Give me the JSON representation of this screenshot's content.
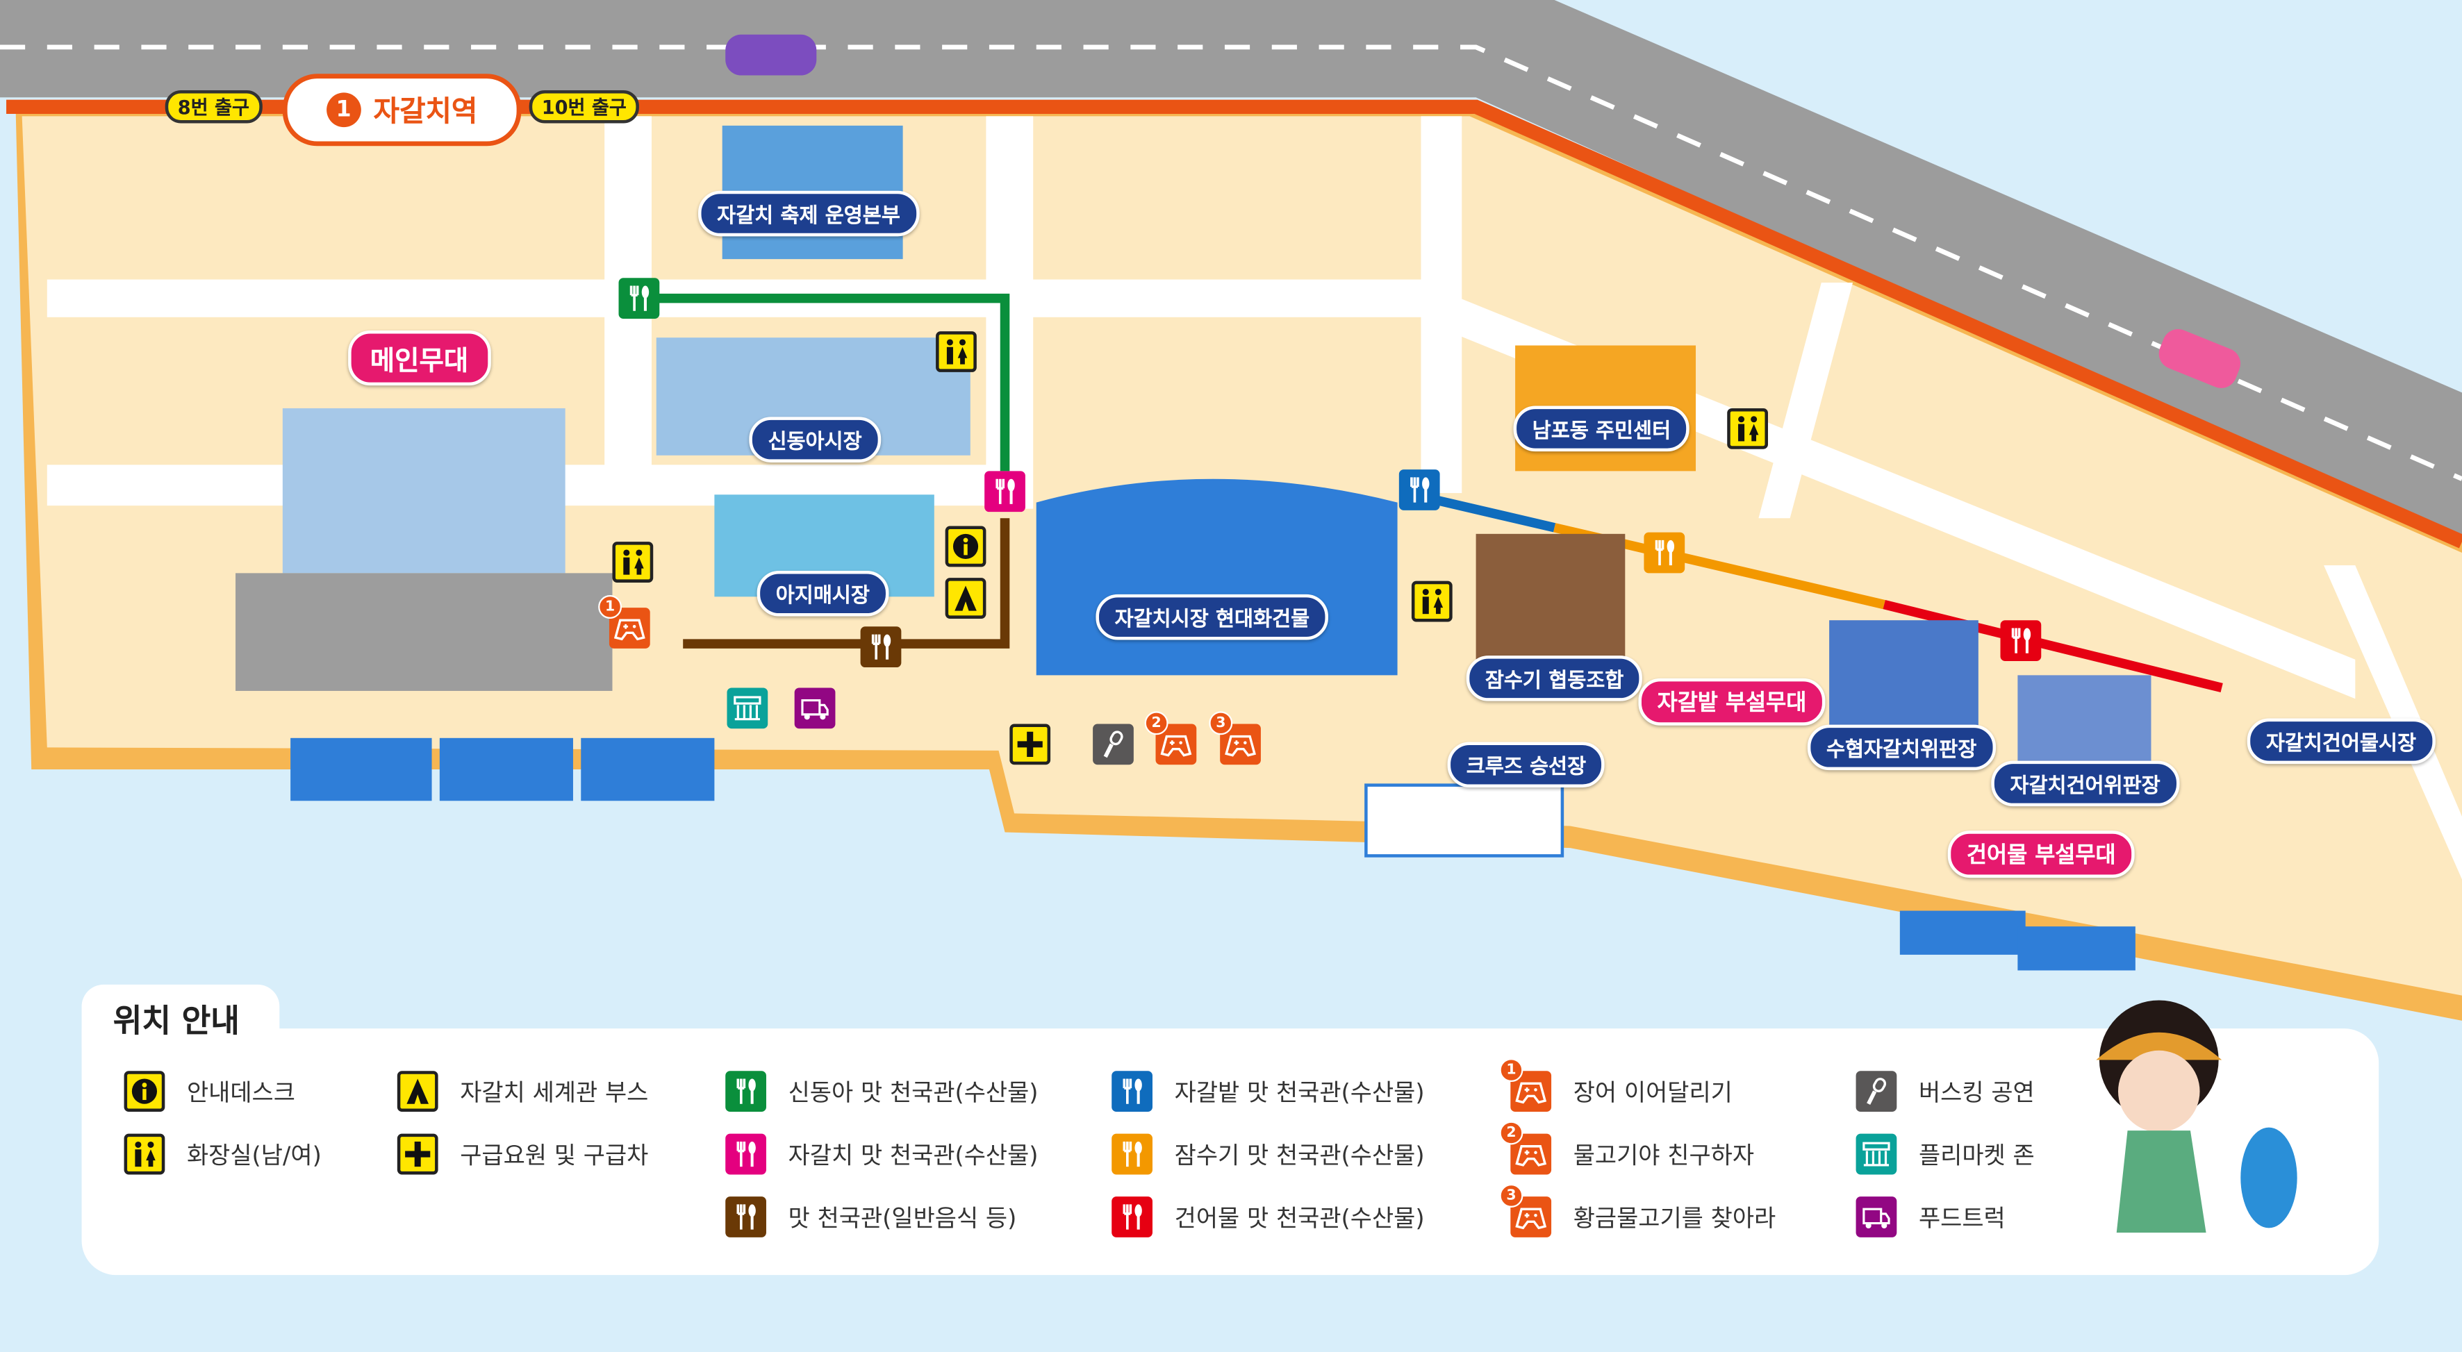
{
  "station": {
    "number": "1",
    "name": "자갈치역",
    "exit_left": "8번 출구",
    "exit_right": "10번 출구"
  },
  "places": {
    "festival_hq": "자갈치 축제 운영본부",
    "shindong_market": "신동아시장",
    "ajimae_market": "아지매시장",
    "modern_building": "자갈치시장 현대화건물",
    "nampo_center": "남포동 주민센터",
    "diving_coop": "잠수기 협동조합",
    "cruise": "크루즈 승선장",
    "suhyup": "수협자갈치위판장",
    "dried_auction": "자갈치건어위판장",
    "dried_market": "자갈치건어물시장"
  },
  "stages": {
    "main": "메인무대",
    "gravel": "자갈밭 부설무대",
    "dried": "건어물 부설무대"
  },
  "legend": {
    "title": "위치 안내",
    "items": [
      {
        "icon": "info",
        "label": "안내데스크"
      },
      {
        "icon": "toilet",
        "label": "화장실(남/여)"
      },
      {
        "icon": "tent",
        "label": "자갈치 세계관 부스"
      },
      {
        "icon": "cross",
        "label": "구급요원 및 구급차"
      },
      {
        "icon": "fork",
        "color": "#0a8f3c",
        "label": "신동아 맛 천국관(수산물)"
      },
      {
        "icon": "fork",
        "color": "#e4007f",
        "label": "자갈치 맛 천국관(수산물)"
      },
      {
        "icon": "fork",
        "color": "#6a3906",
        "label": "맛 천국관(일반음식 등)"
      },
      {
        "icon": "fork",
        "color": "#0f6cbd",
        "label": "자갈밭 맛 천국관(수산물)"
      },
      {
        "icon": "fork",
        "color": "#f39800",
        "label": "잠수기 맛 천국관(수산물)"
      },
      {
        "icon": "fork",
        "color": "#e60012",
        "label": "건어물 맛 천국관(수산물)"
      },
      {
        "icon": "game",
        "badge": "1",
        "label": "장어 이어달리기"
      },
      {
        "icon": "game",
        "badge": "2",
        "label": "물고기야 친구하자"
      },
      {
        "icon": "game",
        "badge": "3",
        "label": "황금물고기를 찾아라"
      },
      {
        "icon": "mic",
        "color": "#595757",
        "label": "버스킹 공연"
      },
      {
        "icon": "flea",
        "color": "#0aa29a",
        "label": "플리마켓 존"
      },
      {
        "icon": "truck",
        "color": "#920783",
        "label": "푸드트럭"
      }
    ]
  },
  "colors": {
    "sea": "#d8eefa",
    "land": "#fde9c0",
    "road": "#9c9c9c",
    "rail": "#ea5414",
    "pill": "#1d3f8f",
    "pink": "#e6196e"
  }
}
